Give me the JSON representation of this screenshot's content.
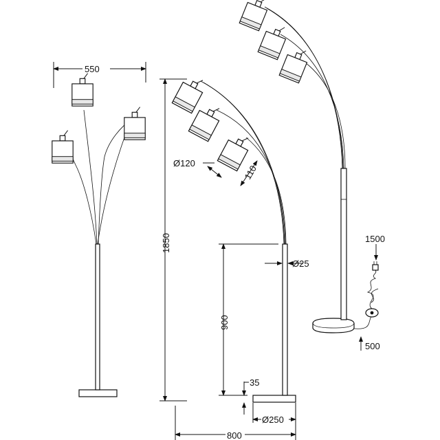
{
  "dimensions": {
    "width_top": "550",
    "shade_diameter": "Ø120",
    "shade_height": "110",
    "total_height": "1850",
    "pole_height": "900",
    "pole_diameter": "Ø25",
    "base_height": "35",
    "base_diameter": "Ø250",
    "reach": "800",
    "cable_length": "1500",
    "switch_distance": "500"
  },
  "colors": {
    "line": "#111111",
    "background": "#ffffff"
  }
}
